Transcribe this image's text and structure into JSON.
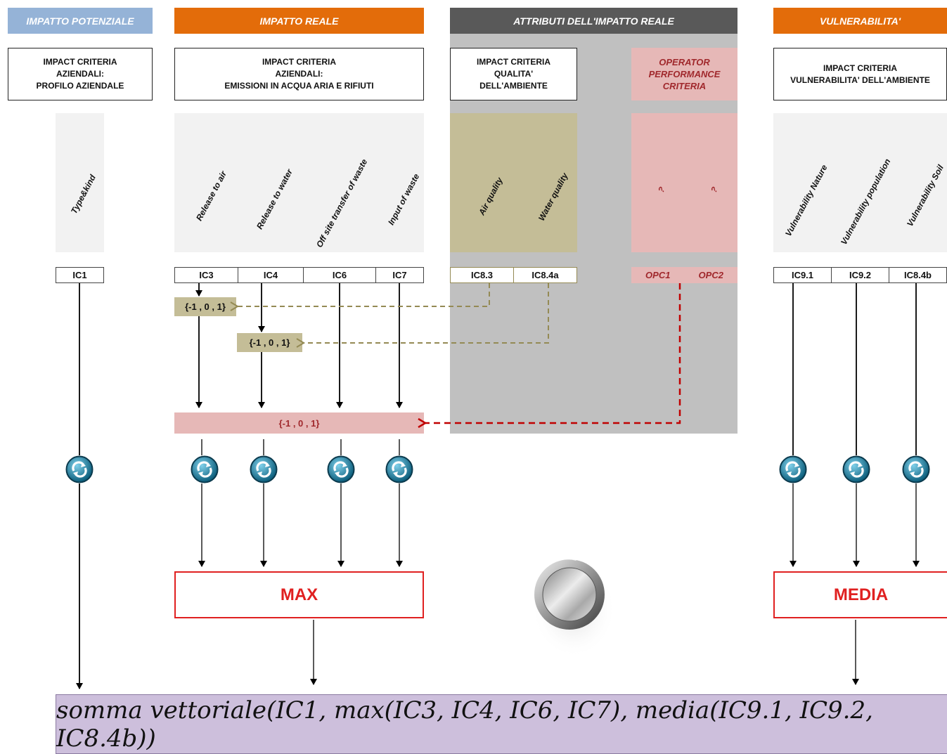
{
  "headers": {
    "potential": "IMPATTO POTENZIALE",
    "real": "IMPATTO REALE",
    "attributes": "ATTRIBUTI DELL'IMPATTO REALE",
    "vulnerability": "VULNERABILITA'"
  },
  "criteria": {
    "profile": "IMPACT CRITERIA\nAZIENDALI:\nPROFILO AZIENDALE",
    "emissions": "IMPACT CRITERIA\nAZIENDALI:\nEMISSIONI IN ACQUA ARIA E RIFIUTI",
    "env_quality": "IMPACT CRITERIA\nQUALITA'\nDELL'AMBIENTE",
    "operator": "OPERATOR\nPERFORMANCE\nCRITERIA",
    "vulnerability": "IMPACT CRITERIA\nVULNERABILITA' DELL'AMBIENTE"
  },
  "indicators": {
    "type_kind": "Type&kind",
    "release_air": "Release to air",
    "release_water": "Release to water",
    "offsite_waste": "Off site transfer of waste",
    "input_waste": "Input of waste",
    "air_quality": "Air quality",
    "water_quality": "Water quality",
    "opc_q1": "?",
    "opc_q2": "?",
    "vuln_nature": "Vulnerability Nature",
    "vuln_population": "Vulnerability population",
    "vuln_soil": "Vulnerability Soil"
  },
  "codes": {
    "ic1": "IC1",
    "ic3": "IC3",
    "ic4": "IC4",
    "ic6": "IC6",
    "ic7": "IC7",
    "ic83": "IC8.3",
    "ic84a": "IC8.4a",
    "opc1": "OPC1",
    "opc2": "OPC2",
    "ic91": "IC9.1",
    "ic92": "IC9.2",
    "ic84b": "IC8.4b"
  },
  "ternary": {
    "air": "{-1 , 0 , 1}",
    "water": "{-1 , 0 , 1}",
    "operator": "{-1 , 0 , 1}"
  },
  "aggregators": {
    "max": "MAX",
    "media": "MEDIA"
  },
  "formula": "somma vettoriale(IC1, max(IC3, IC4, IC6, IC7), media(IC9.1, IC9.2, IC8.4b))",
  "colors": {
    "potential_header": "#95b3d7",
    "real_header": "#e36c0a",
    "attributes_header": "#595959",
    "attributes_bg": "#c0c0c0",
    "env_quality_panel": "#c4bd97",
    "operator_panel": "#e6b8b7",
    "operator_text": "#a0282c",
    "arrow_olive": "#948a54",
    "arrow_red": "#c00000",
    "aggregator_red": "#e02020",
    "formula_bg": "#cdbfdc"
  },
  "icons": {
    "refresh": "refresh-cycle-icon",
    "knob": "control-knob-icon"
  }
}
